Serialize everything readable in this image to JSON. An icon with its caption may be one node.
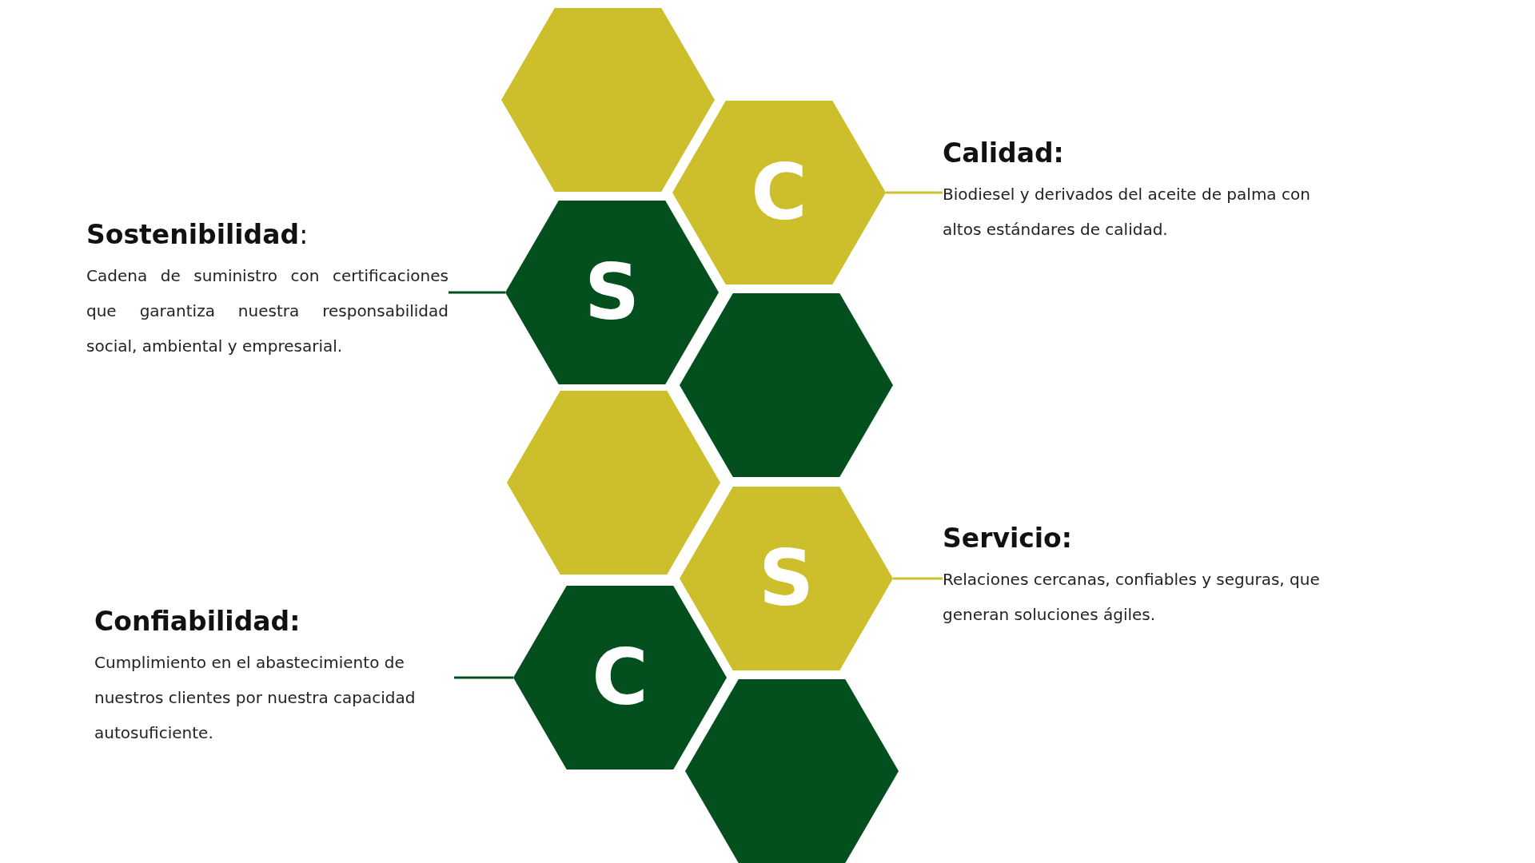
{
  "diagram": {
    "nodes": [
      {
        "text": [],
        "shape": "hexagon"
      },
      {
        "text": [
          "C"
        ]
      },
      {
        "text": [
          "S"
        ]
      },
      {
        "text": [],
        "shape": "hexagon"
      },
      {
        "text": [],
        "shape": "hexagon"
      },
      {
        "text": [
          "S"
        ]
      },
      {
        "text": [
          "C"
        ]
      },
      {
        "text": [],
        "shape": "hexagon"
      },
      {
        "text": [
          "Calidad:",
          "Biodiesel y derivados del aceite de palma con altos estándares de calidad."
        ]
      },
      {
        "text": [
          "**Sostenibilidad**:",
          "Cadena de suministro con certificaciones que garantiza nuestra responsabilidad social, ambiental y empresarial."
        ]
      },
      {
        "text": [
          "Servicio:",
          "Relaciones cercanas, confiables y seguras, que generan soluciones ágiles."
        ]
      },
      {
        "text": [
          "Confiabilidad:",
          "Cumplimiento en el abastecimiento de nuestros clientes por nuestra capacidad autosuficiente."
        ]
      }
    ],
    "edges": [
      {
        "from": 8,
        "to": 1,
        "arrow": "none",
        "color": "#cdbf2b"
      },
      {
        "from": 9,
        "to": 2,
        "arrow": "none",
        "color": "#03501e"
      },
      {
        "from": 10,
        "to": 5,
        "arrow": "none",
        "color": "#cdbf2b"
      },
      {
        "from": 11,
        "to": 6,
        "arrow": "none",
        "color": "#03501e"
      }
    ]
  }
}
